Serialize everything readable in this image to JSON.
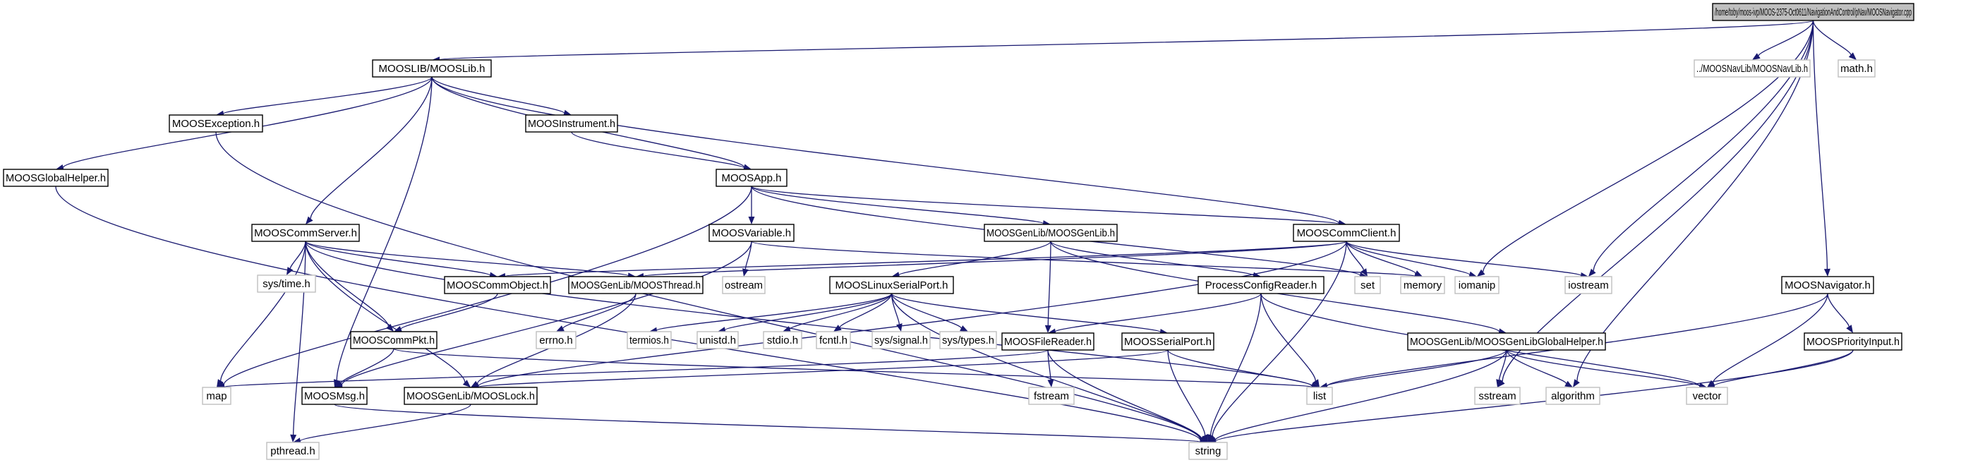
{
  "graph": {
    "nodes": [
      {
        "id": "root",
        "label": "/home/toby/moos-ivp/MOOS-2375-Oct0611/NavigationAndControl/pNav/MOOSNavigator.cpp",
        "kind": "root"
      },
      {
        "id": "mooslib",
        "label": "MOOSLIB/MOOSLib.h",
        "kind": "internal"
      },
      {
        "id": "moosnavlib",
        "label": "../MOOSNavLib/MOOSNavLib.h",
        "kind": "external"
      },
      {
        "id": "mathh",
        "label": "math.h",
        "kind": "external"
      },
      {
        "id": "mooshelper",
        "label": "MOOSGlobalHelper.h",
        "kind": "internal"
      },
      {
        "id": "moosexc",
        "label": "MOOSException.h",
        "kind": "internal"
      },
      {
        "id": "moosinstr",
        "label": "MOOSInstrument.h",
        "kind": "internal"
      },
      {
        "id": "moosapp",
        "label": "MOOSApp.h",
        "kind": "internal"
      },
      {
        "id": "commserver",
        "label": "MOOSCommServer.h",
        "kind": "internal"
      },
      {
        "id": "moosvar",
        "label": "MOOSVariable.h",
        "kind": "internal"
      },
      {
        "id": "genlib",
        "label": "MOOSGenLib/MOOSGenLib.h",
        "kind": "internal"
      },
      {
        "id": "commclient",
        "label": "MOOSCommClient.h",
        "kind": "internal"
      },
      {
        "id": "systime",
        "label": "sys/time.h",
        "kind": "external"
      },
      {
        "id": "commobj",
        "label": "MOOSCommObject.h",
        "kind": "internal"
      },
      {
        "id": "moosthread",
        "label": "MOOSGenLib/MOOSThread.h",
        "kind": "internal"
      },
      {
        "id": "ostream",
        "label": "ostream",
        "kind": "external"
      },
      {
        "id": "linuxserial",
        "label": "MOOSLinuxSerialPort.h",
        "kind": "internal"
      },
      {
        "id": "procconfig",
        "label": "ProcessConfigReader.h",
        "kind": "internal"
      },
      {
        "id": "set",
        "label": "set",
        "kind": "external"
      },
      {
        "id": "memory",
        "label": "memory",
        "kind": "external"
      },
      {
        "id": "iomanip",
        "label": "iomanip",
        "kind": "external"
      },
      {
        "id": "iostream",
        "label": "iostream",
        "kind": "external"
      },
      {
        "id": "moosnavigator",
        "label": "MOOSNavigator.h",
        "kind": "internal"
      },
      {
        "id": "commpkt",
        "label": "MOOSCommPkt.h",
        "kind": "internal"
      },
      {
        "id": "errno",
        "label": "errno.h",
        "kind": "external"
      },
      {
        "id": "termios",
        "label": "termios.h",
        "kind": "external"
      },
      {
        "id": "unistd",
        "label": "unistd.h",
        "kind": "external"
      },
      {
        "id": "stdio",
        "label": "stdio.h",
        "kind": "external"
      },
      {
        "id": "fcntl",
        "label": "fcntl.h",
        "kind": "external"
      },
      {
        "id": "syssignal",
        "label": "sys/signal.h",
        "kind": "external"
      },
      {
        "id": "systypes",
        "label": "sys/types.h",
        "kind": "external"
      },
      {
        "id": "filereader",
        "label": "MOOSFileReader.h",
        "kind": "internal"
      },
      {
        "id": "serialport",
        "label": "MOOSSerialPort.h",
        "kind": "internal"
      },
      {
        "id": "genlibhelper",
        "label": "MOOSGenLib/MOOSGenLibGlobalHelper.h",
        "kind": "internal"
      },
      {
        "id": "priorityinput",
        "label": "MOOSPriorityInput.h",
        "kind": "internal"
      },
      {
        "id": "map",
        "label": "map",
        "kind": "external"
      },
      {
        "id": "moosmsg",
        "label": "MOOSMsg.h",
        "kind": "internal"
      },
      {
        "id": "mooslock",
        "label": "MOOSGenLib/MOOSLock.h",
        "kind": "internal"
      },
      {
        "id": "fstream",
        "label": "fstream",
        "kind": "external"
      },
      {
        "id": "list",
        "label": "list",
        "kind": "external"
      },
      {
        "id": "sstream",
        "label": "sstream",
        "kind": "external"
      },
      {
        "id": "algorithm",
        "label": "algorithm",
        "kind": "external"
      },
      {
        "id": "vector",
        "label": "vector",
        "kind": "external"
      },
      {
        "id": "pthread",
        "label": "pthread.h",
        "kind": "external"
      },
      {
        "id": "string",
        "label": "string",
        "kind": "external"
      }
    ],
    "edges": [
      [
        "root",
        "mooslib"
      ],
      [
        "root",
        "moosnavlib"
      ],
      [
        "root",
        "mathh"
      ],
      [
        "root",
        "iomanip"
      ],
      [
        "root",
        "iostream"
      ],
      [
        "root",
        "sstream"
      ],
      [
        "root",
        "algorithm"
      ],
      [
        "root",
        "moosnavigator"
      ],
      [
        "mooslib",
        "mooshelper"
      ],
      [
        "mooslib",
        "moosexc"
      ],
      [
        "mooslib",
        "moosinstr"
      ],
      [
        "mooslib",
        "moosapp"
      ],
      [
        "mooslib",
        "commserver"
      ],
      [
        "mooslib",
        "moosmsg"
      ],
      [
        "mooslib",
        "commclient"
      ],
      [
        "moosexc",
        "string"
      ],
      [
        "mooshelper",
        "string"
      ],
      [
        "moosinstr",
        "moosapp"
      ],
      [
        "moosapp",
        "moosvar"
      ],
      [
        "moosapp",
        "genlib"
      ],
      [
        "moosapp",
        "commclient"
      ],
      [
        "moosapp",
        "map"
      ],
      [
        "moosapp",
        "set"
      ],
      [
        "commserver",
        "systime"
      ],
      [
        "commserver",
        "commobj"
      ],
      [
        "commserver",
        "moosthread"
      ],
      [
        "commserver",
        "commpkt"
      ],
      [
        "commserver",
        "map"
      ],
      [
        "commserver",
        "pthread"
      ],
      [
        "commserver",
        "mooslock"
      ],
      [
        "commserver",
        "list"
      ],
      [
        "moosvar",
        "ostream"
      ],
      [
        "moosvar",
        "moosmsg"
      ],
      [
        "moosvar",
        "memory"
      ],
      [
        "genlib",
        "linuxserial"
      ],
      [
        "genlib",
        "filereader"
      ],
      [
        "genlib",
        "procconfig"
      ],
      [
        "genlib",
        "genlibhelper"
      ],
      [
        "commclient",
        "commobj"
      ],
      [
        "commclient",
        "moosthread"
      ],
      [
        "commclient",
        "set"
      ],
      [
        "commclient",
        "memory"
      ],
      [
        "commclient",
        "iomanip"
      ],
      [
        "commclient",
        "iostream"
      ],
      [
        "commclient",
        "mooslock"
      ],
      [
        "commclient",
        "string"
      ],
      [
        "commobj",
        "commpkt"
      ],
      [
        "moosthread",
        "errno"
      ],
      [
        "moosthread",
        "mooslock"
      ],
      [
        "linuxserial",
        "termios"
      ],
      [
        "linuxserial",
        "unistd"
      ],
      [
        "linuxserial",
        "stdio"
      ],
      [
        "linuxserial",
        "fcntl"
      ],
      [
        "linuxserial",
        "syssignal"
      ],
      [
        "linuxserial",
        "systypes"
      ],
      [
        "linuxserial",
        "serialport"
      ],
      [
        "linuxserial",
        "string"
      ],
      [
        "procconfig",
        "filereader"
      ],
      [
        "procconfig",
        "list"
      ],
      [
        "procconfig",
        "vector"
      ],
      [
        "procconfig",
        "string"
      ],
      [
        "commpkt",
        "moosmsg"
      ],
      [
        "commpkt",
        "list"
      ],
      [
        "filereader",
        "map"
      ],
      [
        "filereader",
        "fstream"
      ],
      [
        "filereader",
        "string"
      ],
      [
        "serialport",
        "mooslock"
      ],
      [
        "serialport",
        "list"
      ],
      [
        "serialport",
        "string"
      ],
      [
        "genlibhelper",
        "list"
      ],
      [
        "genlibhelper",
        "sstream"
      ],
      [
        "genlibhelper",
        "algorithm"
      ],
      [
        "genlibhelper",
        "vector"
      ],
      [
        "genlibhelper",
        "string"
      ],
      [
        "moosnavigator",
        "list"
      ],
      [
        "moosnavigator",
        "vector"
      ],
      [
        "moosnavigator",
        "priorityinput"
      ],
      [
        "priorityinput",
        "vector"
      ],
      [
        "priorityinput",
        "string"
      ],
      [
        "moosmsg",
        "string"
      ],
      [
        "mooslock",
        "pthread"
      ]
    ]
  }
}
